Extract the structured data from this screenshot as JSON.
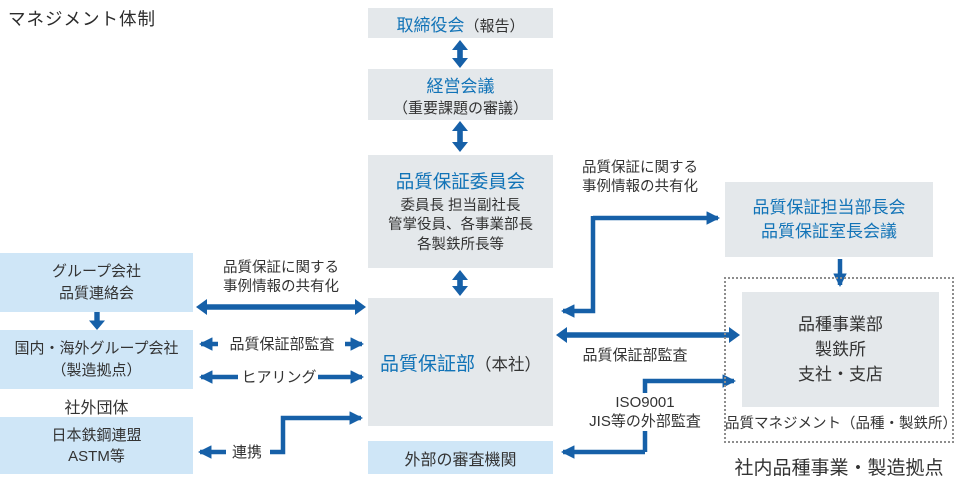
{
  "title": "マネジメント体制",
  "colors": {
    "box_gray": "#e4e8eb",
    "box_light_blue": "#cfe6f7",
    "heading_blue": "#1173b7",
    "arrow_blue": "#1660a8",
    "text_dark": "#333333",
    "dotted_border": "#8d8d8d"
  },
  "top_flow": {
    "board": {
      "name": "取締役会",
      "note": "（報告）"
    },
    "management_meeting": {
      "name": "経営会議",
      "note": "（重要課題の審議）"
    },
    "qa_committee": {
      "name": "品質保証委員会",
      "members": [
        "委員長 担当副社長",
        "管掌役員、各事業部長",
        "各製鉄所長等"
      ]
    },
    "qa_dept": {
      "name": "品質保証部",
      "note": "（本社）"
    },
    "external_auditor": {
      "name": "外部の審査機関"
    }
  },
  "left_column": {
    "group_liaison": {
      "lines": [
        "グループ会社",
        "品質連絡会"
      ]
    },
    "group_companies": {
      "lines": [
        "国内・海外グループ会社",
        "（製造拠点）"
      ]
    },
    "external_org_label": "社外団体",
    "external_orgs": {
      "lines": [
        "日本鉄鋼連盟",
        "ASTM等"
      ]
    }
  },
  "left_links": {
    "share_info": {
      "lines": [
        "品質保証に関する",
        "事例情報の共有化"
      ]
    },
    "qa_audit": "品質保証部監査",
    "hearing": "ヒアリング",
    "cooperation": "連携"
  },
  "right_column": {
    "qa_managers_meeting": {
      "lines": [
        "品質保証担当部長会",
        "品質保証室長会議"
      ]
    },
    "business_units": {
      "lines": [
        "品種事業部",
        "製鉄所",
        "支社・支店"
      ]
    },
    "quality_management_note": "品質マネジメント（品種・製鉄所）",
    "internal_sites_label": "社内品種事業・製造拠点"
  },
  "right_links": {
    "share_info": {
      "lines": [
        "品質保証に関する",
        "事例情報の共有化"
      ]
    },
    "qa_audit": "品質保証部監査",
    "external_audit": {
      "lines": [
        "ISO9001",
        "JIS等の外部監査"
      ]
    }
  }
}
